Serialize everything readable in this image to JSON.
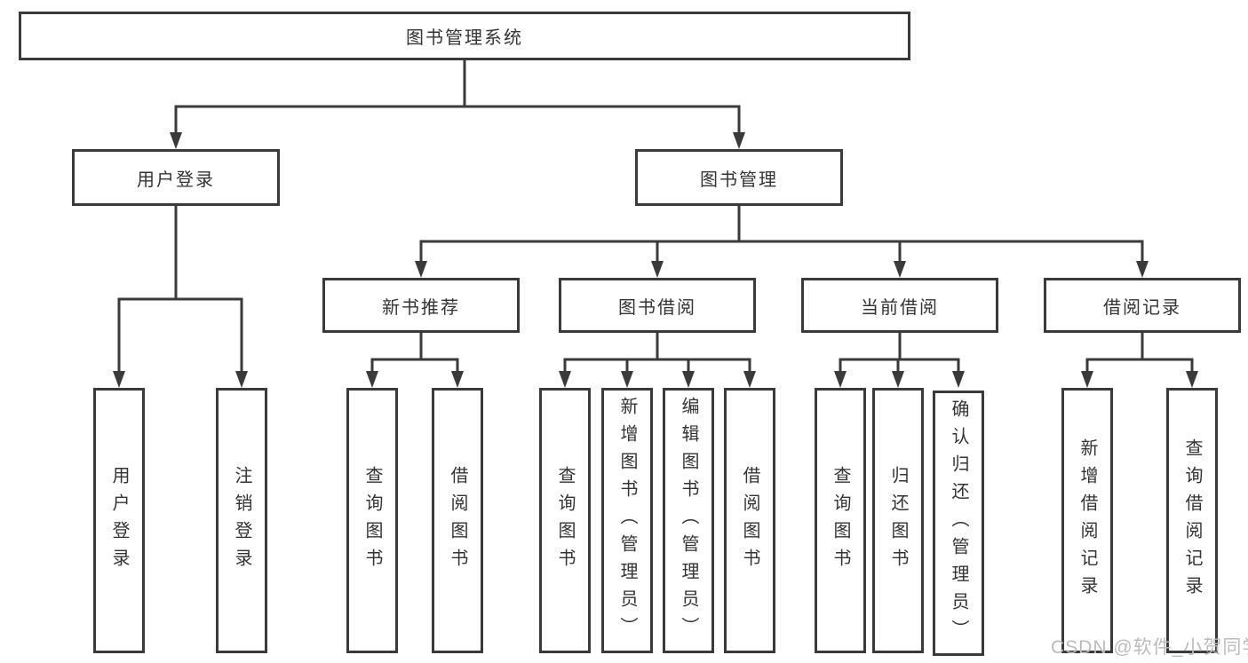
{
  "diagram": {
    "root": {
      "label": "图书管理系统"
    },
    "level2": [
      {
        "label": "用户登录"
      },
      {
        "label": "图书管理"
      }
    ],
    "level3": [
      {
        "label": "新书推荐"
      },
      {
        "label": "图书借阅"
      },
      {
        "label": "当前借阅"
      },
      {
        "label": "借阅记录"
      }
    ],
    "leaves": [
      {
        "label": "用户登录"
      },
      {
        "label": "注销登录"
      },
      {
        "label": "查询图书"
      },
      {
        "label": "借阅图书"
      },
      {
        "label": "查询图书"
      },
      {
        "label": "新增图书（管理员）"
      },
      {
        "label": "编辑图书（管理员）"
      },
      {
        "label": "借阅图书"
      },
      {
        "label": "查询图书"
      },
      {
        "label": "归还图书"
      },
      {
        "label": "确认归还（管理员）"
      },
      {
        "label": "新增借阅记录"
      },
      {
        "label": "查询借阅记录"
      }
    ]
  },
  "watermark": {
    "text": "CSDN @软件_小贺同学"
  },
  "colors": {
    "line": "#3a3a3a",
    "text": "#333333",
    "watermark": "#bcbcbc",
    "background": "#ffffff"
  }
}
